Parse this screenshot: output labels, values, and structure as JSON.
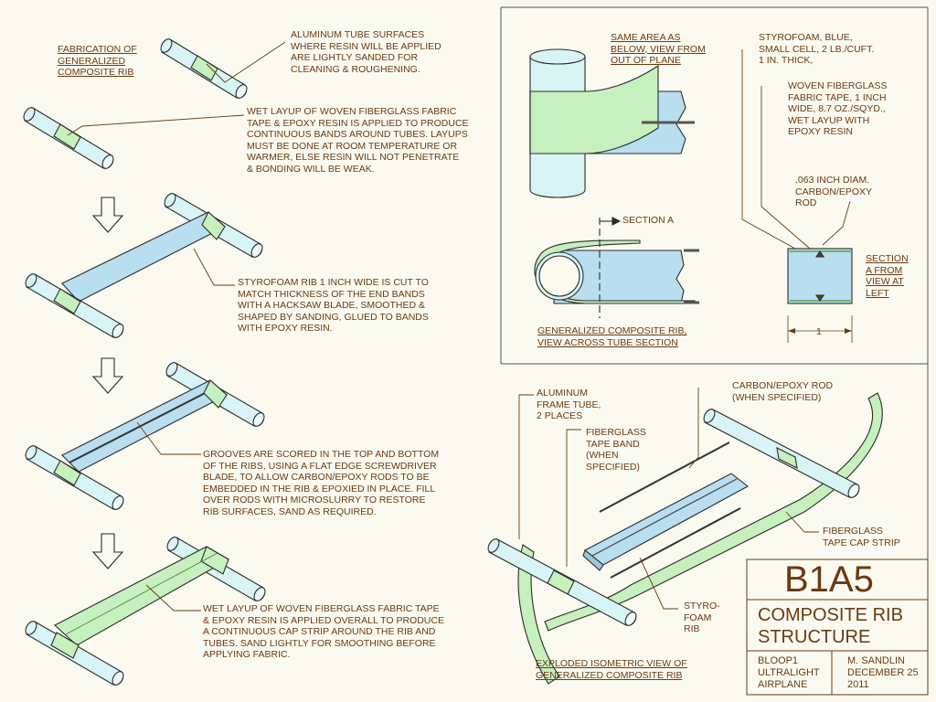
{
  "colors": {
    "ink": "#6b3a12",
    "line": "#2b2b2b",
    "tube": "#d8f4f4",
    "foam": "#b9def0",
    "glass": "#c6f0bd",
    "paper": "#fafaf0"
  },
  "labels": {
    "fabrication": "FABRICATION OF\nGENERALIZED\nCOMPOSITE RIB",
    "aluminum_surfaces": "ALUMINUM TUBE SURFACES\nWHERE RESIN WILL BE APPLIED\nARE LIGHTLY SANDED FOR\nCLEANING & ROUGHENING.",
    "wet_layup_bands": "WET LAYUP OF WOVEN FIBERGLASS FABRIC\nTAPE & EPOXY RESIN IS APPLIED TO PRODUCE\nCONTINUOUS BANDS AROUND TUBES. LAYUPS\nMUST BE DONE AT ROOM TEMPERATURE OR\nWARMER, ELSE RESIN WILL NOT PENETRATE\n& BONDING WILL BE WEAK.",
    "styrofoam_rib": "STYROFOAM RIB 1 INCH WIDE IS CUT TO\nMATCH THICKNESS OF THE END BANDS\nWITH A HACKSAW BLADE, SMOOTHED &\nSHAPED BY SANDING, GLUED TO BANDS\nWITH EPOXY RESIN.",
    "grooves": "GROOVES ARE SCORED IN THE TOP AND BOTTOM\nOF THE RIBS, USING A FLAT EDGE SCREWDRIVER\nBLADE, TO ALLOW CARBON/EPOXY RODS TO BE\nEMBEDDED IN THE RIB & EPOXIED IN PLACE. FILL\nOVER RODS WITH MICROSLURRY TO RESTORE\nRIB SURFACES, SAND AS REQUIRED.",
    "cap_strip_note": "WET LAYUP OF WOVEN FIBERGLASS FABRIC TAPE\n& EPOXY RESIN IS APPLIED OVERALL TO PRODUCE\nA CONTINUOUS CAP STRIP AROUND THE RIB AND\nTUBES. SAND LIGHTLY FOR SMOOTHING BEFORE\nAPPLYING FABRIC.",
    "same_area": "SAME AREA AS\nBELOW, VIEW FROM\nOUT OF PLANE",
    "styrofoam_spec": "STYROFOAM, BLUE,\nSMALL CELL, 2 LB./CUFT.\n1 IN. THICK,",
    "fiberglass_tape_spec": "WOVEN FIBERGLASS\nFABRIC TAPE, 1 INCH\nWIDE, 8.7 OZ./SQYD.,\nWET LAYUP WITH\nEPOXY RESIN",
    "rod_spec": ".063 INCH DIAM.\nCARBON/EPOXY\nROD",
    "section_a_cut": "SECTION A",
    "section_a_view": "SECTION\nA FROM\nVIEW AT\nLEFT",
    "across_tube": "GENERALIZED COMPOSITE RIB,\nVIEW ACROSS TUBE SECTION",
    "dimension": "1",
    "frame_tube": "ALUMINUM\nFRAME TUBE,\n2 PLACES",
    "carbon_rod": "CARBON/EPOXY ROD\n(WHEN SPECIFIED)",
    "tape_band": "FIBERGLASS\nTAPE BAND\n(WHEN\nSPECIFIED)",
    "cap_strip": "FIBERGLASS\nTAPE CAP STRIP",
    "foam_rib": "STYRO-\nFOAM\nRIB",
    "exploded": "EXPLODED ISOMETRIC VIEW OF\nGENERALIZED COMPOSITE RIB"
  },
  "title_block": {
    "drawing_no": "B1A5",
    "title": "COMPOSITE RIB\nSTRUCTURE",
    "project": "BLOOP1\nULTRALIGHT\nAIRPLANE",
    "author_date": "M. SANDLIN\nDECEMBER 25\n2011"
  }
}
